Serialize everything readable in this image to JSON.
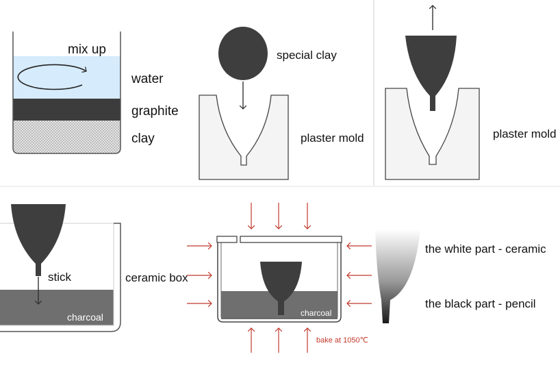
{
  "colors": {
    "water": "#d6ebfb",
    "graphite": "#3c3c3c",
    "clay_pattern": "#cfcfcf",
    "dark_shape": "#3e3e3e",
    "charcoal": "#6f6f6f",
    "mold": "#f4f4f4",
    "arrow_red": "#c0392b"
  },
  "panel1": {
    "mix_label": "mix up",
    "layers": {
      "water": "water",
      "graphite": "graphite",
      "clay": "clay"
    }
  },
  "panel2": {
    "clay_label": "special clay",
    "mold_label": "plaster mold"
  },
  "panel3": {
    "mold_label": "plaster mold"
  },
  "panel4": {
    "stick_label": "stick",
    "box_label": "ceramic box",
    "charcoal_label": "charcoal"
  },
  "panel5": {
    "charcoal_label": "charcoal",
    "bake_label": "bake at 1050℃"
  },
  "panel6": {
    "white_label": "the white part - ceramic",
    "black_label": "the black part - pencil"
  }
}
